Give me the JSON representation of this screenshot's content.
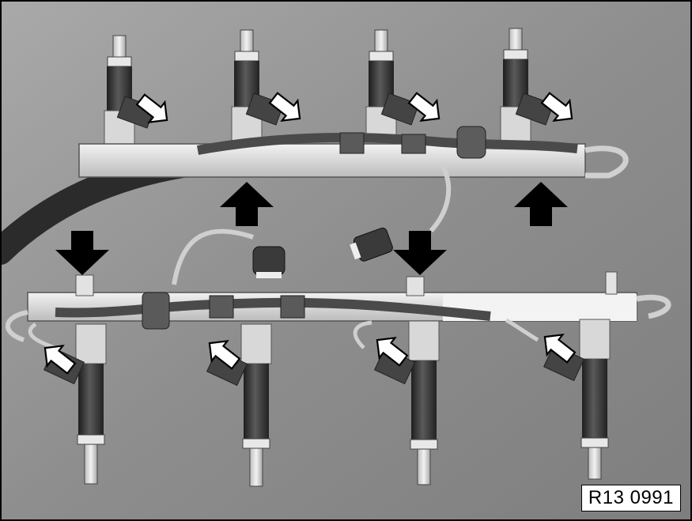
{
  "figure": {
    "reference_code": "R13 0991",
    "subject": "fuel-injector-rails",
    "colors": {
      "background": "#8e8e8e",
      "rail": "#d6d6d6",
      "injector": "#3a3a3a",
      "harness": "#555555",
      "arrow": "#000000"
    },
    "callouts": {
      "large_black_arrows": 4,
      "small_outlined_arrows": 8
    }
  }
}
